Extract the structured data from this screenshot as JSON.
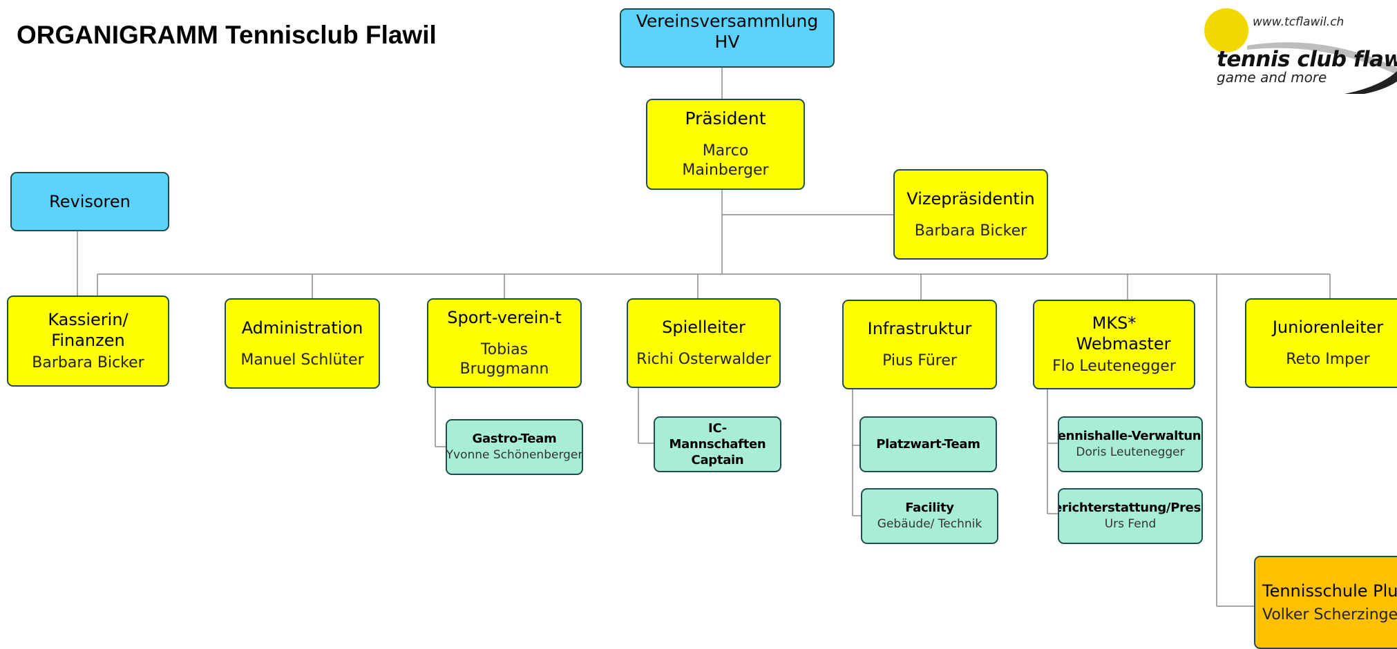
{
  "title": "ORGANIGRAMM Tennisclub Flawil",
  "logo": {
    "url": "www.tcflawil.ch",
    "name": "tennis club flawil",
    "tagline": "game and more"
  },
  "colors": {
    "blue": "#5cd3fc",
    "yellow": "#ffff00",
    "green": "#a8eed6",
    "orange": "#ffc000",
    "border": "#1f4e4a",
    "line": "#8a8a8a"
  },
  "boxes": {
    "hv": {
      "title": "Vereinsversammlung HV"
    },
    "praesident": {
      "title": "Präsident",
      "name": "Marco Mainberger"
    },
    "vize": {
      "title": "Vizepräsidentin",
      "name": "Barbara Bicker"
    },
    "revisoren": {
      "title": "Revisoren"
    },
    "kassierin": {
      "title": "Kassierin/ Finanzen",
      "name": "Barbara Bicker"
    },
    "administration": {
      "title": "Administration",
      "name": "Manuel Schlüter"
    },
    "sport": {
      "title": "Sport-verein-t",
      "name": "Tobias Bruggmann"
    },
    "spielleiter": {
      "title": "Spielleiter",
      "name": "Richi Osterwalder"
    },
    "infrastruktur": {
      "title": "Infrastruktur",
      "name": "Pius Fürer"
    },
    "mks": {
      "title": "MKS* Webmaster",
      "name": "Flo Leutenegger"
    },
    "junioren": {
      "title": "Juniorenleiter",
      "name": "Reto Imper"
    },
    "gastro": {
      "title": "Gastro-Team",
      "name": "Yvonne Schönenberger"
    },
    "ic": {
      "title": "IC-Mannschaften Captain"
    },
    "platzwart": {
      "title": "Platzwart-Team"
    },
    "facility": {
      "title": "Facility",
      "name": "Gebäude/ Technik"
    },
    "tennishalle": {
      "title": "Tennishalle-Verwaltung",
      "name": "Doris Leutenegger"
    },
    "presse": {
      "title": "Berichterstattung/Presse",
      "name": "Urs Fend"
    },
    "tennisschule": {
      "title": "Tennisschule Plus",
      "name": "Volker Scherzinger"
    }
  }
}
